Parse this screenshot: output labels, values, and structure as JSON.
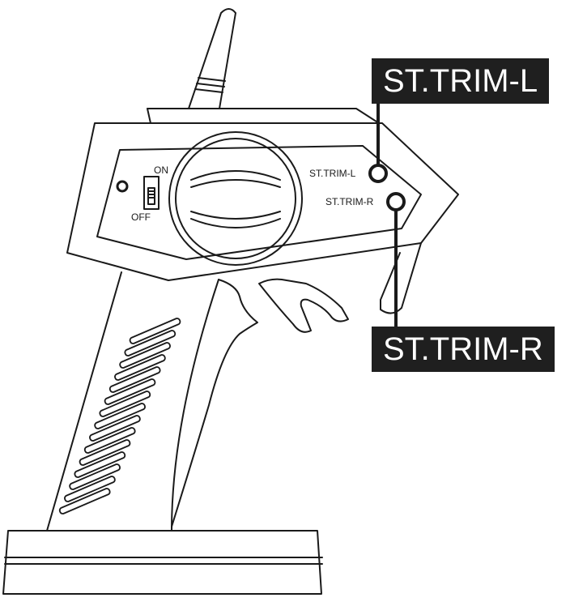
{
  "diagram": {
    "power_switch": {
      "on_label": "ON",
      "off_label": "OFF"
    },
    "small_labels": {
      "trim_left": "ST.TRIM-L",
      "trim_right": "ST.TRIM-R"
    },
    "callouts": {
      "trim_left": "ST.TRIM-L",
      "trim_right": "ST.TRIM-R"
    },
    "colors": {
      "stroke": "#1a1a1a",
      "callout_bg": "#1f1f1f",
      "callout_text": "#ffffff",
      "background": "#ffffff"
    }
  }
}
